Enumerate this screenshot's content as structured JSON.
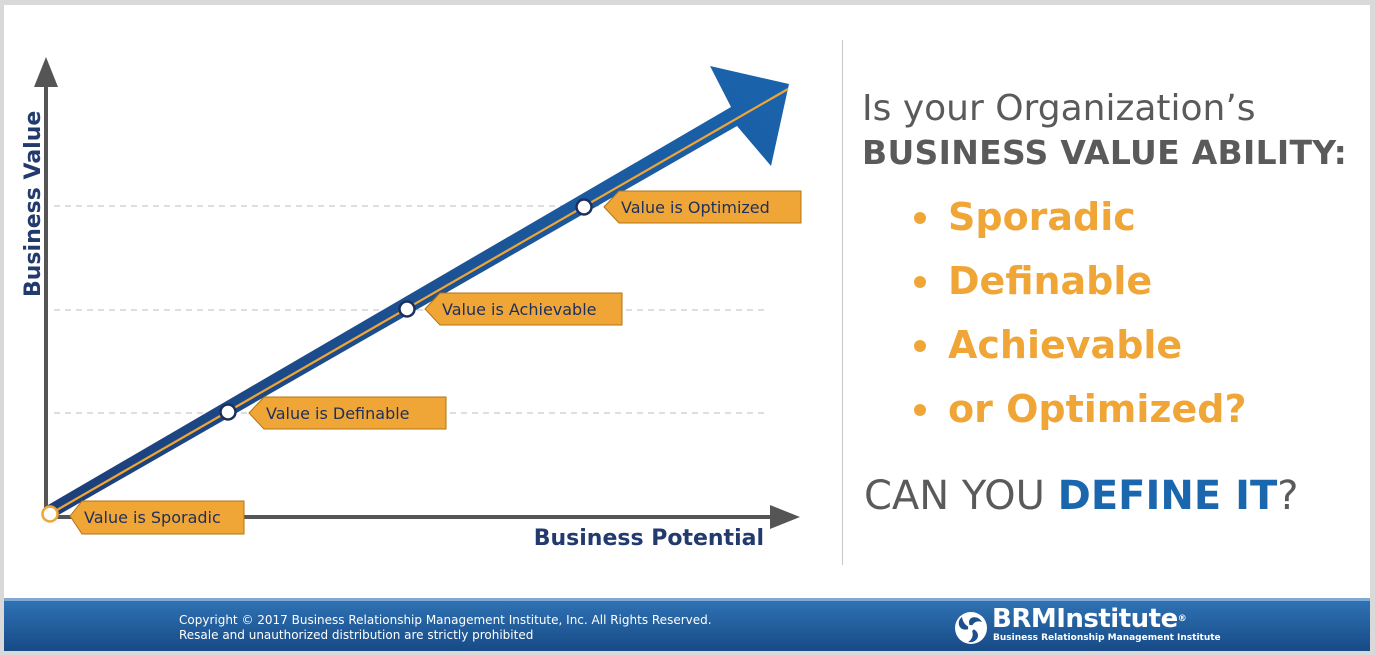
{
  "diagram": {
    "y_axis_label": "Business Value",
    "x_axis_label": "Business Potential",
    "stages": [
      {
        "label": "Value is Sporadic",
        "level": 0
      },
      {
        "label": "Value is Definable",
        "level": 1
      },
      {
        "label": "Value is Achievable",
        "level": 2
      },
      {
        "label": "Value is Optimized",
        "level": 3
      }
    ],
    "colors": {
      "arrow": "#1a5fa6",
      "arrow_dark": "#1d3e78",
      "tag": "#f0a637",
      "axis": "#555555",
      "gridline": "#c9c9c9"
    }
  },
  "question": {
    "line1": "Is your Organization’s",
    "line2": "BUSINESS VALUE ABILITY:",
    "options": [
      "Sporadic",
      "Definable",
      "Achievable",
      "or Optimized?"
    ],
    "cta_prefix": "CAN YOU ",
    "cta_highlight": "DEFINE IT",
    "cta_suffix": "?"
  },
  "footer": {
    "copyright_line1": "Copyright © 2017 Business Relationship Management Institute, Inc. All Rights Reserved.",
    "copyright_line2": "Resale and unauthorized distribution are strictly prohibited",
    "logo_name": "BRMInstitute",
    "logo_reg": "®",
    "logo_tagline": "Business Relationship Management Institute",
    "logo_icon": "brm-swirl-icon"
  }
}
